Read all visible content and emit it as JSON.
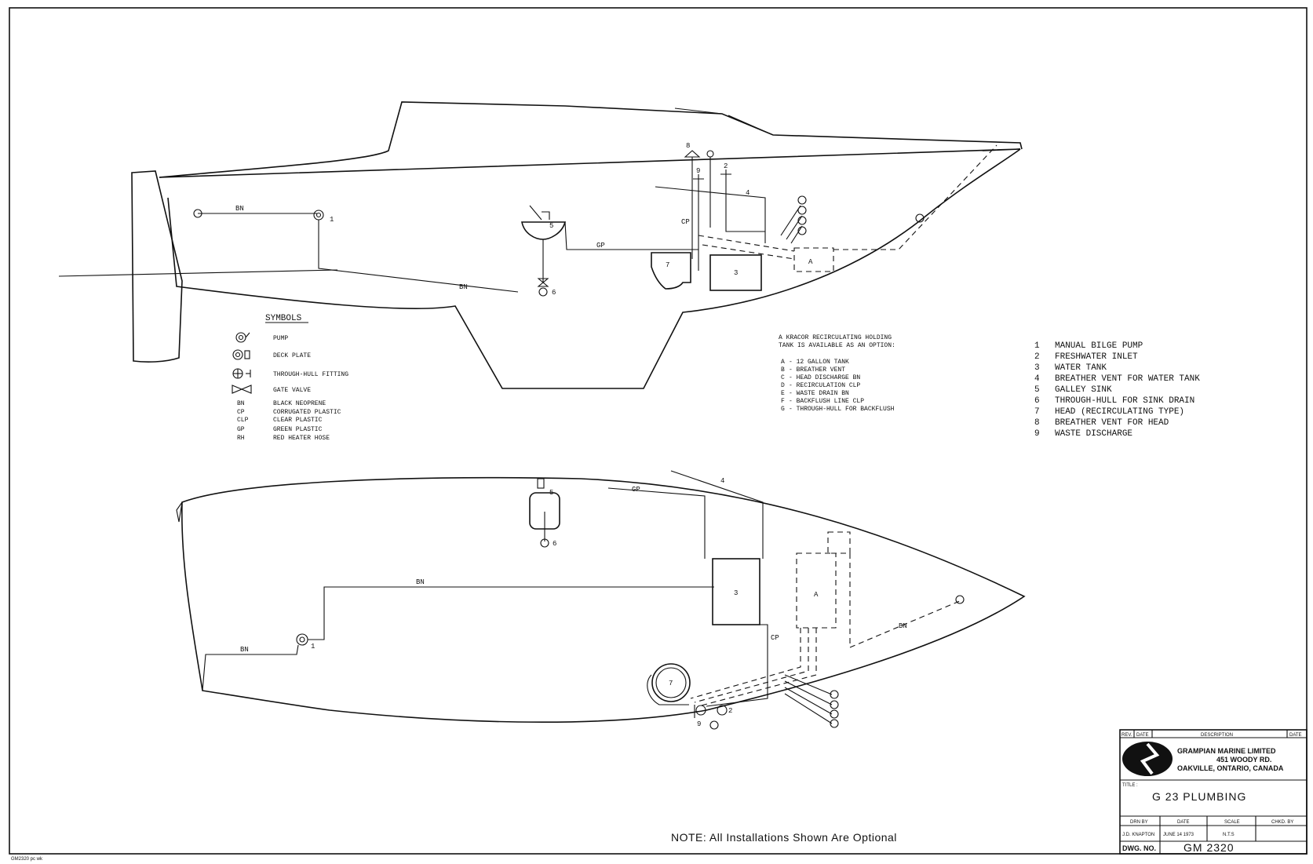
{
  "drawing": {
    "line_labels": {
      "bn": "BN",
      "cp": "CP",
      "gp": "GP",
      "four": "4"
    },
    "markers": [
      "1",
      "2",
      "3",
      "4",
      "5",
      "6",
      "7",
      "8",
      "9"
    ]
  },
  "symbols": {
    "heading": "SYMBOLS",
    "items": [
      {
        "icon": "pump-symbol-icon",
        "label": "PUMP"
      },
      {
        "icon": "deck-plate-symbol-icon",
        "label": "DECK PLATE"
      },
      {
        "icon": "through-hull-symbol-icon",
        "label": "THROUGH-HULL FITTING"
      },
      {
        "icon": "gate-valve-symbol-icon",
        "label": "GATE VALVE"
      }
    ],
    "abbreviations": [
      {
        "code": "BN",
        "label": "BLACK NEOPRENE"
      },
      {
        "code": "CP",
        "label": "CORRUGATED PLASTIC"
      },
      {
        "code": "CLP",
        "label": "CLEAR PLASTIC"
      },
      {
        "code": "GP",
        "label": "GREEN PLASTIC"
      },
      {
        "code": "RH",
        "label": "RED HEATER HOSE"
      }
    ]
  },
  "option_note": {
    "line1": "A KRACOR RECIRCULATING HOLDING",
    "line2": "TANK IS AVAILABLE AS AN OPTION:",
    "items": [
      {
        "num": "A",
        "label": "- 12 GALLON TANK"
      },
      {
        "num": "B",
        "label": "- BREATHER VENT"
      },
      {
        "num": "C",
        "label": "- HEAD DISCHARGE  BN"
      },
      {
        "num": "D",
        "label": "- RECIRCULATION  CLP"
      },
      {
        "num": "E",
        "label": "- WASTE DRAIN  BN"
      },
      {
        "num": "F",
        "label": "- BACKFLUSH LINE CLP"
      },
      {
        "num": "G",
        "label": "- THROUGH-HULL FOR BACKFLUSH"
      }
    ]
  },
  "parts": [
    {
      "num": "1",
      "label": "MANUAL BILGE PUMP"
    },
    {
      "num": "2",
      "label": "FRESHWATER INLET"
    },
    {
      "num": "3",
      "label": "WATER TANK"
    },
    {
      "num": "4",
      "label": "BREATHER VENT FOR WATER TANK"
    },
    {
      "num": "5",
      "label": "GALLEY SINK"
    },
    {
      "num": "6",
      "label": "THROUGH-HULL FOR SINK DRAIN"
    },
    {
      "num": "7",
      "label": "HEAD (RECIRCULATING TYPE)"
    },
    {
      "num": "8",
      "label": "BREATHER VENT FOR HEAD"
    },
    {
      "num": "9",
      "label": "WASTE DISCHARGE"
    }
  ],
  "note": "NOTE: All Installations Shown Are Optional",
  "title_block": {
    "rev_header": "REV.",
    "date_header": "DATE",
    "description_header": "DESCRIPTION",
    "checked_header": "DATE",
    "company": "GRAMPIAN MARINE LIMITED",
    "address1": "451 WOODY RD.",
    "address2": "OAKVILLE, ONTARIO, CANADA",
    "title_label": "TITLE :",
    "title": "G 23    PLUMBING",
    "drn_by_label": "DRN BY",
    "date_label": "DATE",
    "scale_label": "SCALE",
    "chkd_by_label": "CHKD. BY",
    "drn_by": "J.D. KNAPTON",
    "date": "JUNE 14 1973",
    "scale": "N.T.S",
    "chkd_by": "",
    "dwg_no_label": "DWG. NO.",
    "dwg_no": "GM 2320"
  },
  "footer_mark": "GM2320 pc wk"
}
